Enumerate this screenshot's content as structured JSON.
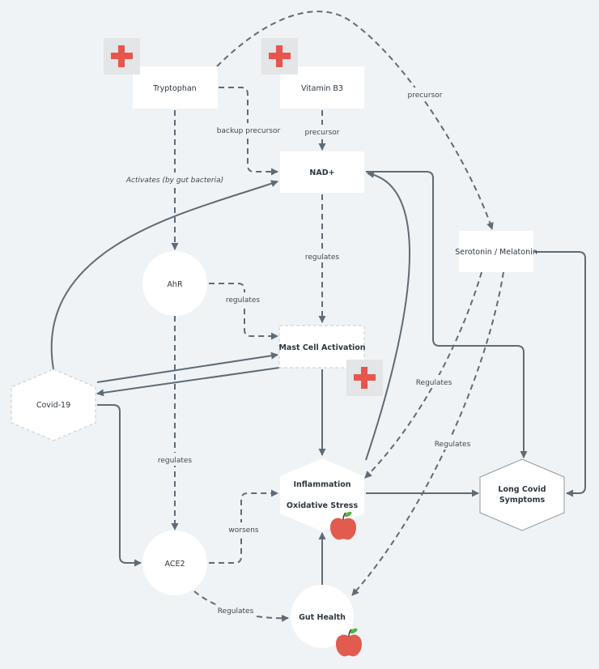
{
  "nodes": {
    "tryptophan": "Tryptophan",
    "vitamin_b3": "Vitamin B3",
    "nad": "NAD+",
    "serotonin": "Serotonin / Melatonin",
    "ahr": "AhR",
    "mast_cell": "Mast Cell Activation",
    "covid": "Covid-19",
    "inflammation_line1": "Inflammation",
    "inflammation_line2": "Oxidative Stress",
    "long_covid_line1": "Long Covid",
    "long_covid_line2": "Symptoms",
    "ace2": "ACE2",
    "gut_health": "Gut Health"
  },
  "edge_labels": {
    "precursor_top": "precursor",
    "backup_precursor": "backup precursor",
    "precursor_b3": "precursor",
    "activates": "Activates (by gut bacteria)",
    "regulates_nad": "regulates",
    "regulates_ahr": "regulates",
    "regulates_ahr_ace2": "regulates",
    "regulates_sero_inflam": "Regulates",
    "regulates_sero_gut": "Regulates",
    "worsens": "worsens",
    "regulates_ace2_gut": "Regulates"
  },
  "colors": {
    "background": "#eff3f5",
    "edge": "#5f6b76",
    "node_fill": "#ffffff",
    "plus_bg": "#e3e5e7",
    "plus_red": "#e8554e",
    "apple_red": "#e25b4f",
    "apple_leaf": "#56b24a"
  },
  "icons": {
    "plus": "plus-icon",
    "apple": "apple-icon"
  }
}
